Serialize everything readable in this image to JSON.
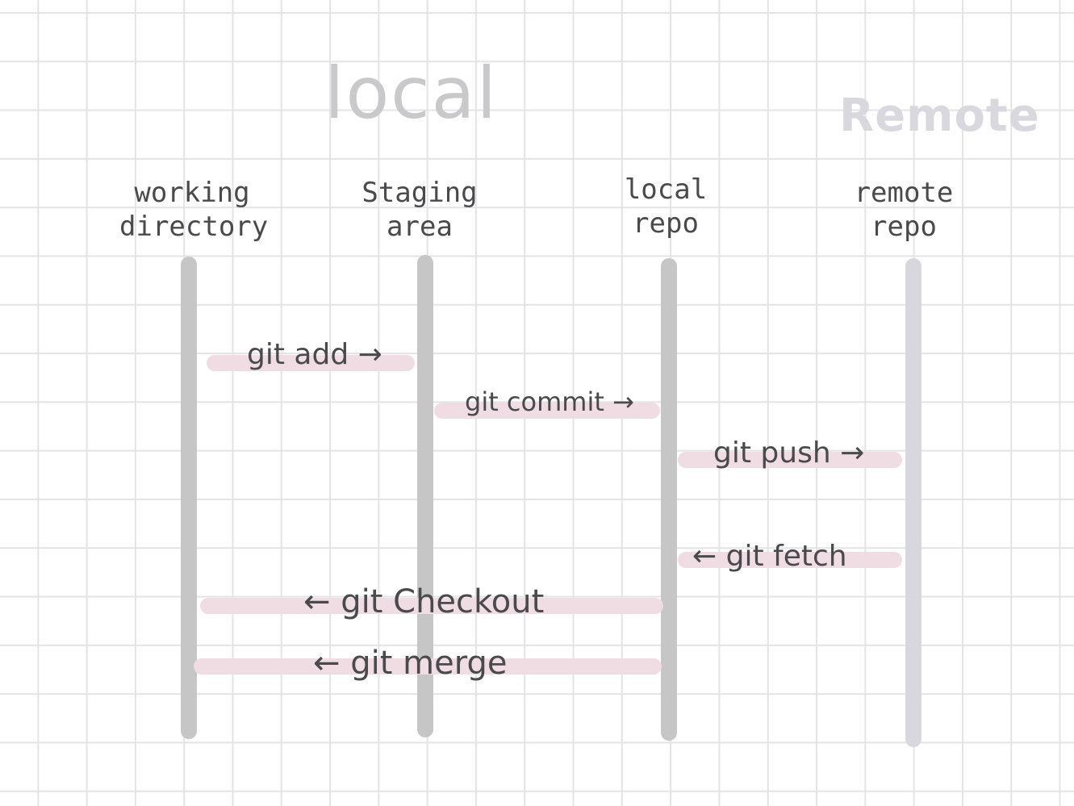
{
  "sections": {
    "local": {
      "label": "local",
      "color": "#c9c9cb"
    },
    "remote": {
      "label": "Remote",
      "color": "#d9d8df"
    }
  },
  "columns": [
    {
      "id": "working-directory",
      "line1": "working",
      "line2": "directory",
      "lane_color": "#c6c6c6"
    },
    {
      "id": "staging-area",
      "line1": "Staging",
      "line2": "area",
      "lane_color": "#c6c6c6"
    },
    {
      "id": "local-repo",
      "line1": "local",
      "line2": "repo",
      "lane_color": "#c6c6c6"
    },
    {
      "id": "remote-repo",
      "line1": "remote",
      "line2": "repo",
      "lane_color": "#d8d7de"
    }
  ],
  "commands": [
    {
      "id": "git-add",
      "label": "git add →",
      "from": "working-directory",
      "to": "staging-area"
    },
    {
      "id": "git-commit",
      "label": "git commit →",
      "from": "staging-area",
      "to": "local-repo"
    },
    {
      "id": "git-push",
      "label": "git push →",
      "from": "local-repo",
      "to": "remote-repo"
    },
    {
      "id": "git-fetch",
      "label": "← git fetch",
      "from": "remote-repo",
      "to": "local-repo"
    },
    {
      "id": "git-checkout",
      "label": "← git Checkout",
      "from": "local-repo",
      "to": "working-directory"
    },
    {
      "id": "git-merge",
      "label": "← git merge",
      "from": "local-repo",
      "to": "working-directory"
    }
  ],
  "colors": {
    "band": "#f0dde3",
    "text": "#4a4a4c",
    "grid": "#e4e4e6"
  }
}
